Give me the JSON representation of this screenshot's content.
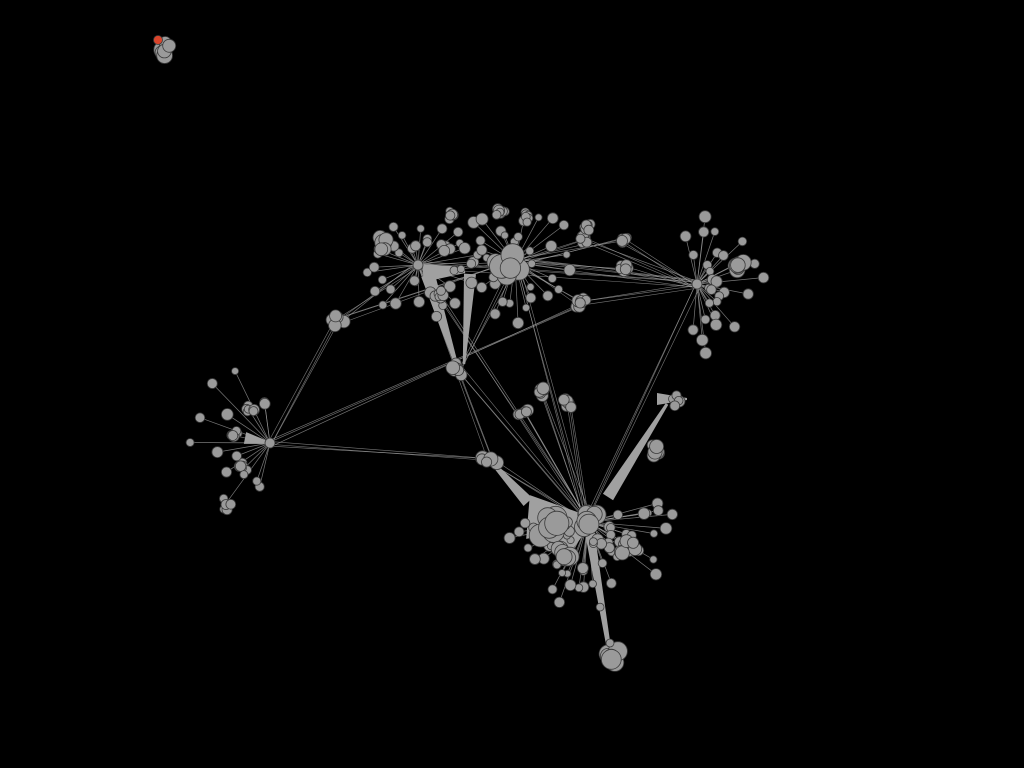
{
  "view": {
    "title": "",
    "background_color": "#000000",
    "node_fill": "#9a9a9a",
    "node_stroke": "#3a3a3a",
    "edge_color": "#a0a0a0",
    "selected_color": "#d9442b"
  },
  "diagram": {
    "type": "node-link network",
    "layout": "force-directed",
    "labels_visible": false,
    "selected_node": "isolated-cluster",
    "clusters": [
      "isolated-cluster",
      "hub-left",
      "hub-upper-left",
      "hub-upper-middle",
      "hub-upper-right",
      "hub-main",
      "hub-bottom"
    ]
  }
}
